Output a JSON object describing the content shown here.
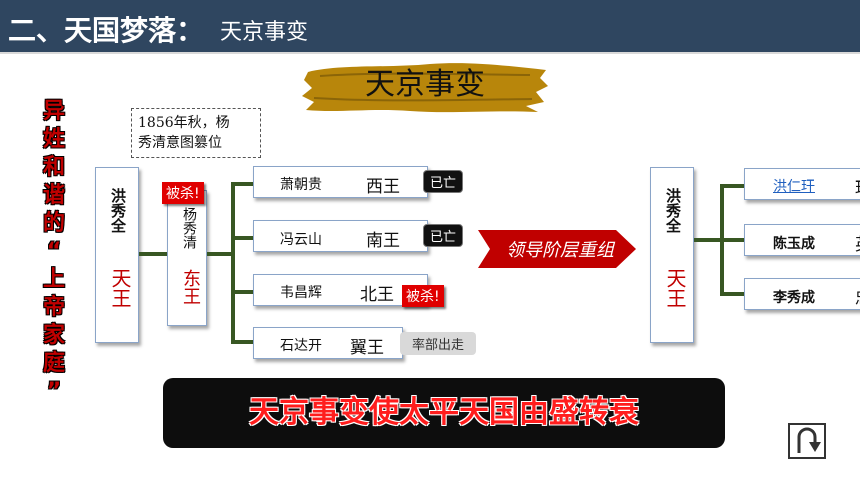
{
  "header": {
    "title": "二、天国梦落：",
    "subtitle": "天京事变"
  },
  "brush_title": "天京事变",
  "side_caption": [
    "异",
    "姓",
    "和",
    "谐",
    "的",
    "“",
    "上",
    "帝",
    "家",
    "庭",
    "”"
  ],
  "note": {
    "line1": "1856年秋，杨",
    "line2": "秀清意图篡位"
  },
  "left_tree": {
    "root": {
      "name": "洪秀全",
      "title": "天王"
    },
    "yang": {
      "name": "杨秀清",
      "title": "东王",
      "tag": "被杀!"
    },
    "branches": [
      {
        "name": "萧朝贵",
        "title": "西王",
        "tag": "已亡"
      },
      {
        "name": "冯云山",
        "title": "南王",
        "tag": "已亡"
      },
      {
        "name": "韦昌辉",
        "title": "北王",
        "tag": "被杀!"
      },
      {
        "name": "石达开",
        "title": "翼王",
        "tag": "率部出走"
      }
    ]
  },
  "arrow_label": "领导阶层重组",
  "right_tree": {
    "root": {
      "name": "洪秀全",
      "title": "天王"
    },
    "branches": [
      {
        "name": "洪仁玕",
        "title_partial": "玕"
      },
      {
        "name": "陈玉成",
        "title_partial": "英"
      },
      {
        "name": "李秀成",
        "title_partial": "忠"
      }
    ]
  },
  "conclusion": "天京事变使太平天国由盛转衰",
  "colors": {
    "header_bg": "#2f4660",
    "line": "#385723",
    "red": "#e00000",
    "arrow": "#c00000"
  }
}
